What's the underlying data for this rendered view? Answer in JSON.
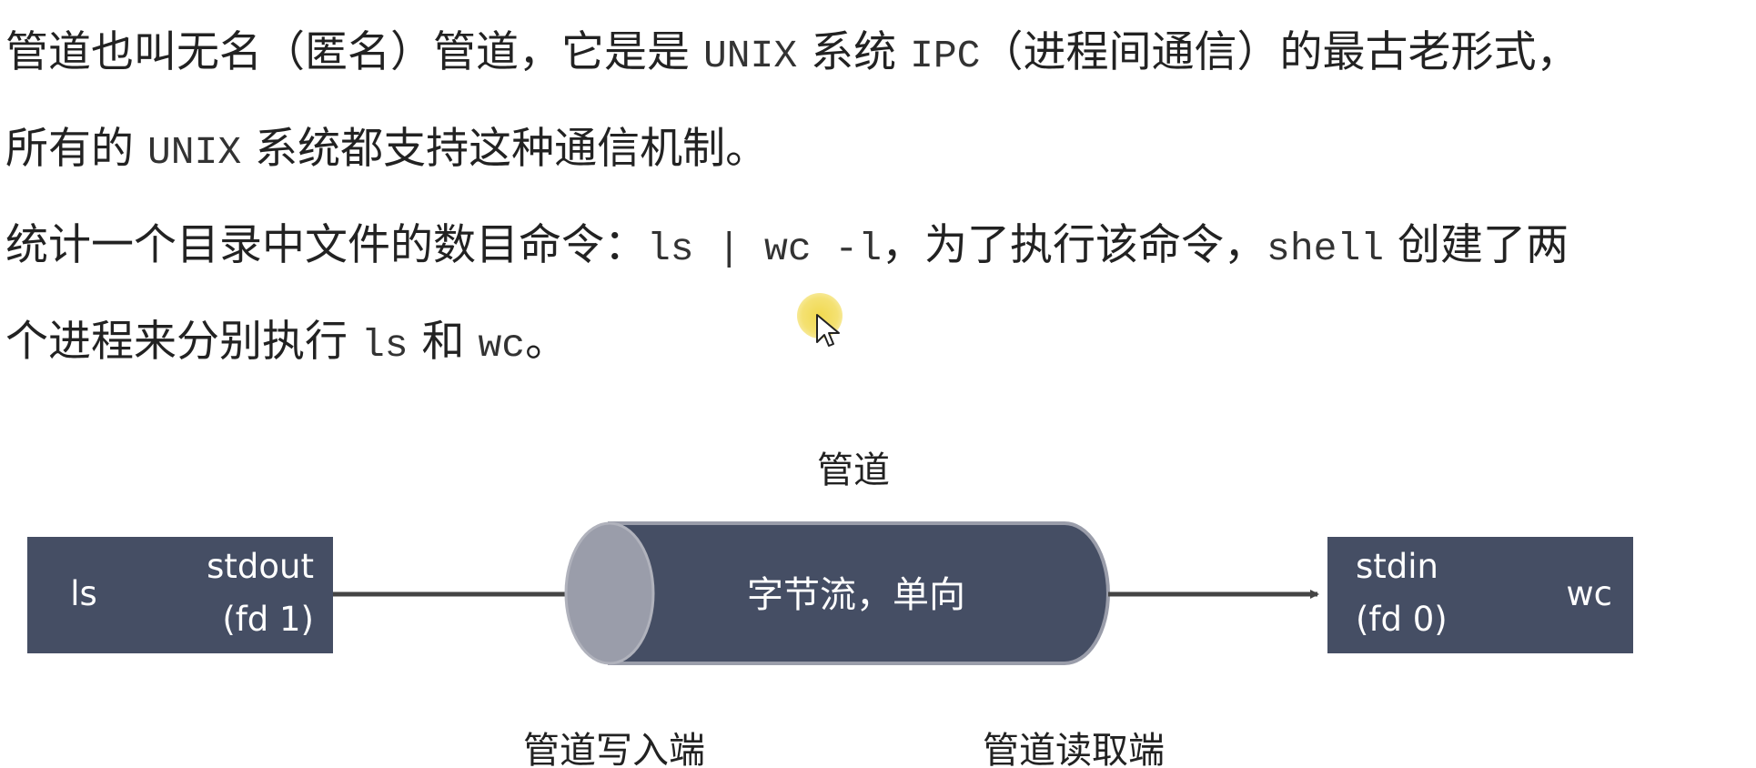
{
  "text": {
    "line1": {
      "a": "管道也叫无名（匿名）管道，它是是 ",
      "b": "UNIX",
      "c": " 系统 ",
      "d": "IPC",
      "e": "（进程间通信）的最古老形式，"
    },
    "line2": {
      "a": "所有的 ",
      "b": "UNIX",
      "c": " 系统都支持这种通信机制。"
    },
    "line3": {
      "a": "统计一个目录中文件的数目命令：",
      "b": "ls | wc -l",
      "c": "，为了执行该命令，",
      "d": "shell",
      "e": " 创建了两"
    },
    "line4": {
      "a": "个进程来分别执行 ",
      "b": "ls",
      "c": " 和 ",
      "d": "wc",
      "e": "。"
    }
  },
  "diagram": {
    "pipe_title": "管道",
    "left_process": {
      "name": "ls",
      "port_line1": "stdout",
      "port_line2": "(fd 1)"
    },
    "pipe_body": "字节流，单向",
    "right_process": {
      "name": "wc",
      "port_line1": "stdin",
      "port_line2": "(fd 0)"
    },
    "write_end_label": "管道写入端",
    "read_end_label": "管道读取端"
  },
  "colors": {
    "box_fill": "#454e64",
    "pipe_cap_fill": "#9a9daa",
    "arrow": "#444444",
    "cursor_halo": "#f0d746"
  }
}
